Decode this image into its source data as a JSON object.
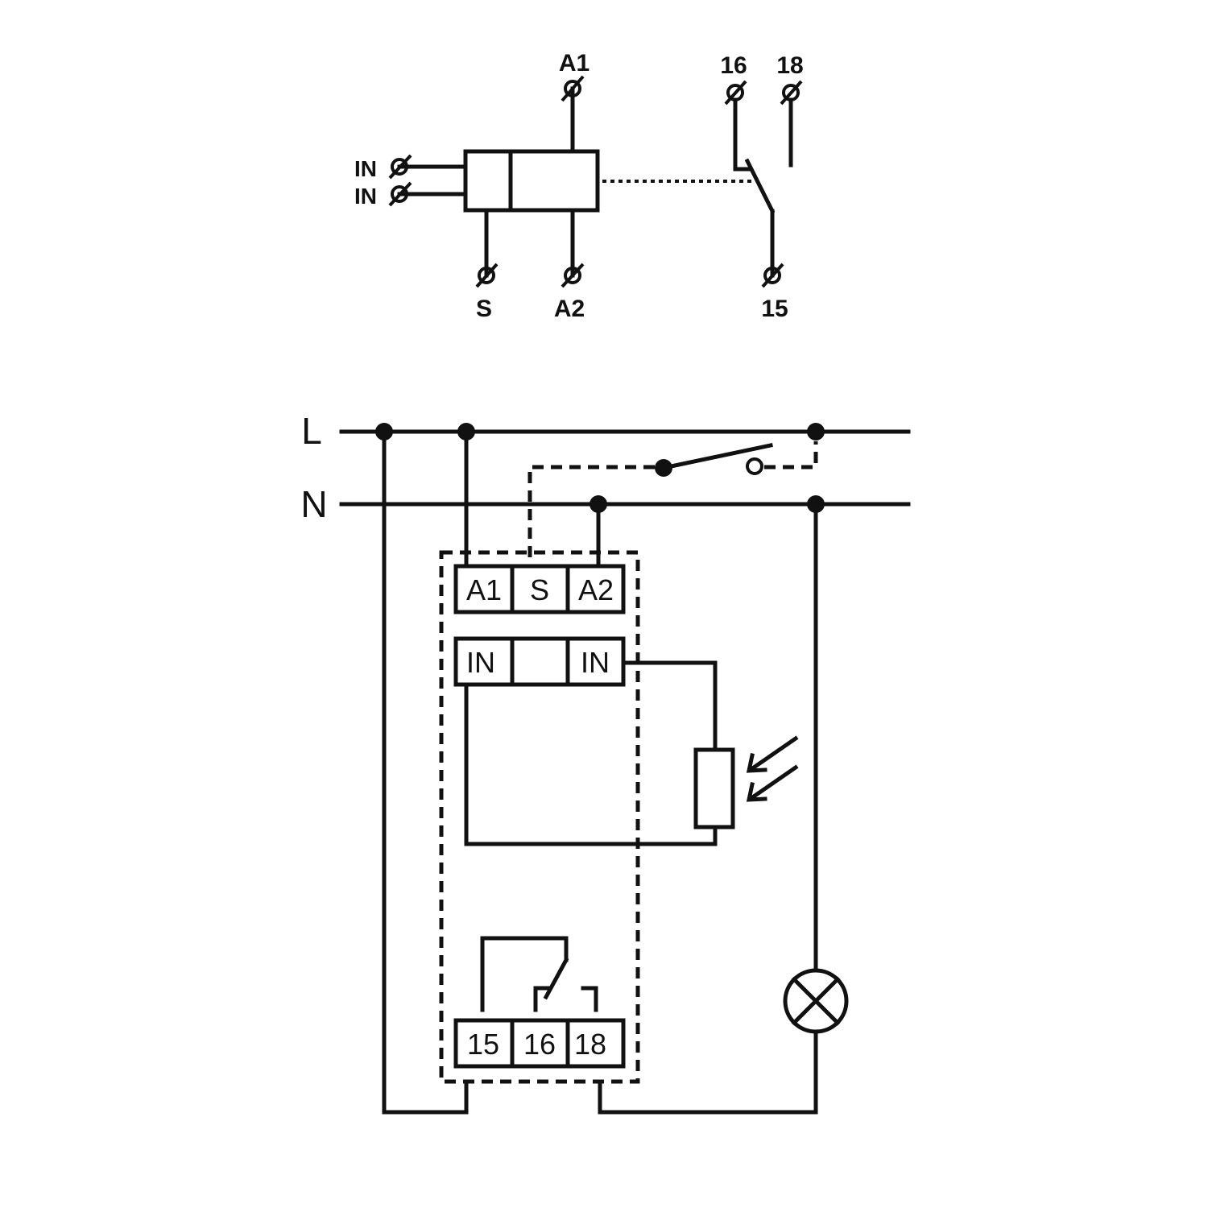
{
  "symbol": {
    "terminals": {
      "a1": "A1",
      "a2": "A2",
      "s": "S",
      "in_upper": "IN",
      "in_lower": "IN",
      "t16": "16",
      "t18": "18",
      "t15": "15"
    }
  },
  "wiring": {
    "bus_l": "L",
    "bus_n": "N",
    "block_top": [
      "A1",
      "S",
      "A2"
    ],
    "block_mid": [
      "IN",
      "",
      "IN"
    ],
    "block_bottom": [
      "15",
      "16",
      "18"
    ]
  },
  "colors": {
    "ink": "#111111",
    "background": "#ffffff"
  }
}
